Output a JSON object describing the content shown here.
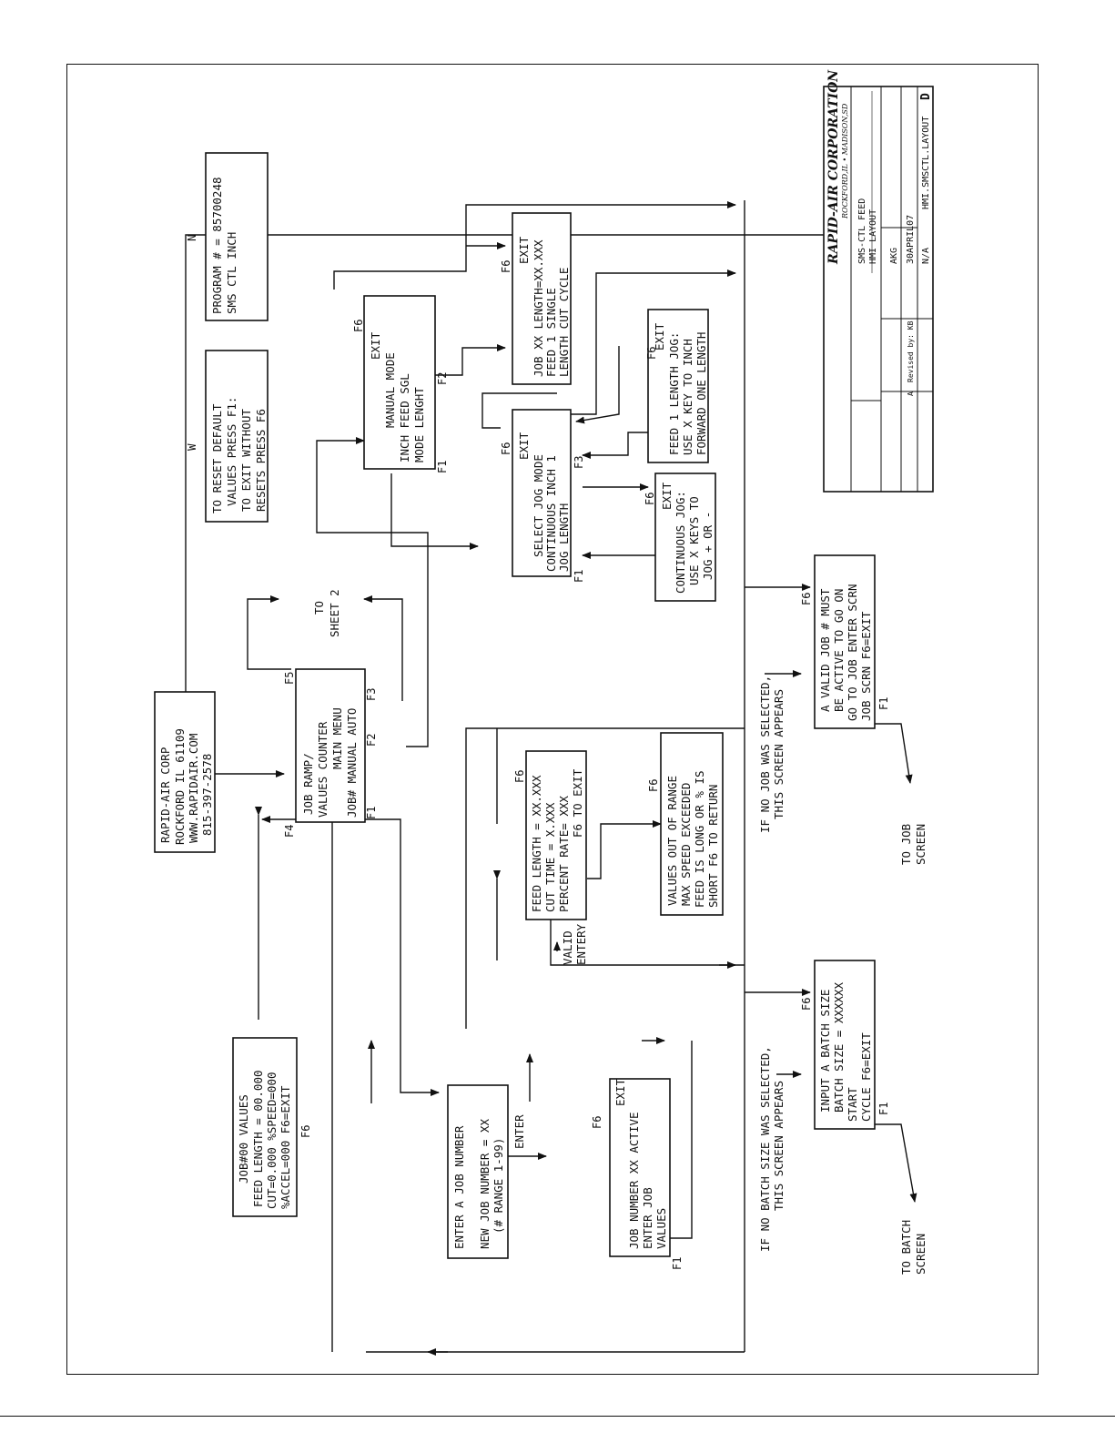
{
  "boxes": {
    "rapid_air_corp": [
      "RAPID-AIR CORP",
      "ROCKFORD IL 61109",
      "WWW.RAPIDAIR.COM",
      "815-397-2578"
    ],
    "main_menu": [
      "JOB      RAMP/",
      "VALUES COUNTER",
      "MAIN MENU",
      "JOB#    MANUAL    AUTO"
    ],
    "reset_default": [
      "TO RESET DEFAULT",
      "VALUES PRESS F1:",
      "TO EXIT WITHOUT",
      "RESETS PRESS F6"
    ],
    "program": [
      "PROGRAM # = 85700248",
      "SMS CTL INCH"
    ],
    "manual_mode": [
      "EXIT",
      "MANUAL MODE",
      "INCH    FEED SGL",
      "MODE    LENGHT"
    ],
    "single_cycle": [
      "EXIT",
      "JOB XX LENGTH=XX.XXX",
      "FEED 1          SINGLE",
      "LENGTH    CUT    CYCLE"
    ],
    "jog_mode": [
      "EXIT",
      "SELECT JOG MODE",
      "CONTINUOUS    INCH 1",
      "JOG                  LENGTH"
    ],
    "feed_one_length": [
      "EXIT",
      "FEED 1 LENGTH JOG:",
      "USE X KEY TO INCH",
      "FORWARD ONE LENGTH"
    ],
    "continuous_jog": [
      "EXIT",
      "CONTINUOUS JOG:",
      "USE X KEYS TO",
      "JOG + OR -"
    ],
    "job00_values": [
      "JOB#00 VALUES",
      "FEED LENGTH = 00.000",
      "CUT=0.000  %SPEED=000",
      "%ACCEL=000      F6=EXIT"
    ],
    "feed_length": [
      "FEED LENGTH = XX.XXX",
      "CUT TIME = X.XXX",
      "PERCENT RATE= XXX",
      "F6 TO EXIT"
    ],
    "out_of_range": [
      "VALUES OUT OF RANGE",
      "MAX SPEED EXCEEDED",
      "FEED IS LONG OR % IS",
      "SHORT   F6 TO RETURN"
    ],
    "enter_job_number": [
      "ENTER A JOB NUMBER",
      "NEW JOB NUMBER = XX",
      "(# RANGE 1-99)"
    ],
    "job_number_active": [
      "EXIT",
      "JOB NUMBER   XX ACTIVE",
      "ENTER JOB",
      "VALUES"
    ],
    "valid_job": [
      "A VALID JOB # MUST",
      "BE ACTIVE TO GO ON",
      "GO TO JOB ENTER SCRN",
      "JOB SCRN      F6=EXIT"
    ],
    "batch_size": [
      "INPUT A BATCH SIZE",
      "BATCH SIZE = XXXXXX",
      "START",
      "CYCLE           F6=EXIT"
    ]
  },
  "labels": {
    "to_sheet_2": [
      "TO",
      "SHEET 2"
    ],
    "valid_entery": [
      "VALID",
      "ENTERY"
    ],
    "enter": "ENTER",
    "no_job_selected": [
      "IF NO JOB WAS SELECTED,",
      "THIS SCREEN APPEARS"
    ],
    "no_batch_selected": [
      "IF NO BATCH SIZE WAS SELECTED,",
      "THIS SCREEN APPEARS"
    ],
    "to_job_screen": [
      "TO JOB",
      "SCREEN"
    ],
    "to_batch_screen": [
      "TO BATCH",
      "SCREEN"
    ],
    "w": "W",
    "n": "N"
  },
  "keys": {
    "f1": "F1",
    "f2": "F2",
    "f3": "F3",
    "f4": "F4",
    "f5": "F5",
    "f6": "F6"
  },
  "title_block": {
    "company": "RAPID-AIR CORPORATION",
    "location": "ROCKFORD,IL • MADISON,SD",
    "part_name": [
      "SMS-CTL FEED",
      "HMI LAYOUT"
    ],
    "drawn_by": "AKG",
    "date": "30APRIL07",
    "scale": "N/A",
    "drawing_number": "HMI.SMSCTL.LAYOUT",
    "revision": "D",
    "revised_by": "Revised by: KB",
    "rev_letter": "A"
  }
}
